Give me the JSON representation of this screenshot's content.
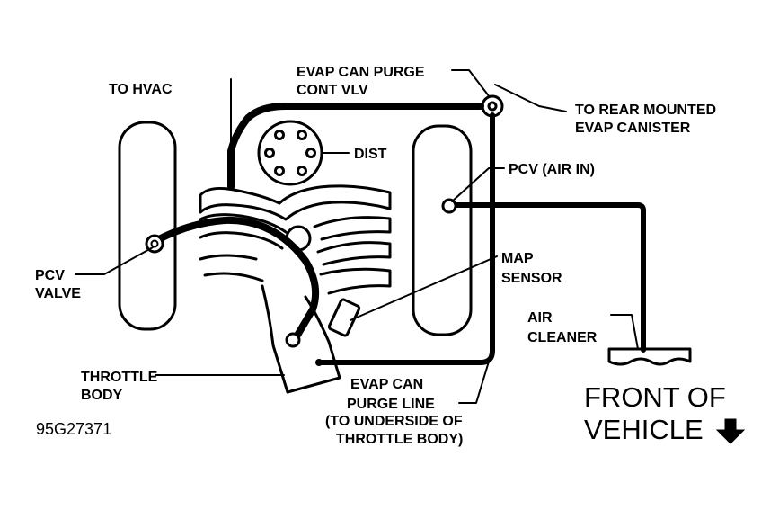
{
  "labels": {
    "to_hvac": "TO HVAC",
    "evap_can_purge_line1": "EVAP CAN PURGE",
    "evap_can_purge_line2": "CONT VLV",
    "to_rear_line1": "TO REAR MOUNTED",
    "to_rear_line2": "EVAP CANISTER",
    "dist": "DIST",
    "pcv_air_in": "PCV (AIR IN)",
    "pcv_valve_line1": "PCV",
    "pcv_valve_line2": "VALVE",
    "map_sensor_line1": "MAP",
    "map_sensor_line2": "SENSOR",
    "air_cleaner_line1": "AIR",
    "air_cleaner_line2": "CLEANER",
    "throttle_body_line1": "THROTTLE",
    "throttle_body_line2": "BODY",
    "evap_purge_line_line1": "EVAP CAN",
    "evap_purge_line_line2": "PURGE LINE",
    "underside_line1": "(TO UNDERSIDE OF",
    "underside_line2": "THROTTLE BODY)",
    "front_line1": "FRONT OF",
    "front_line2": "VEHICLE",
    "figure_code": "95G27371"
  },
  "icons": {
    "front_arrow": "down-arrow-icon"
  }
}
